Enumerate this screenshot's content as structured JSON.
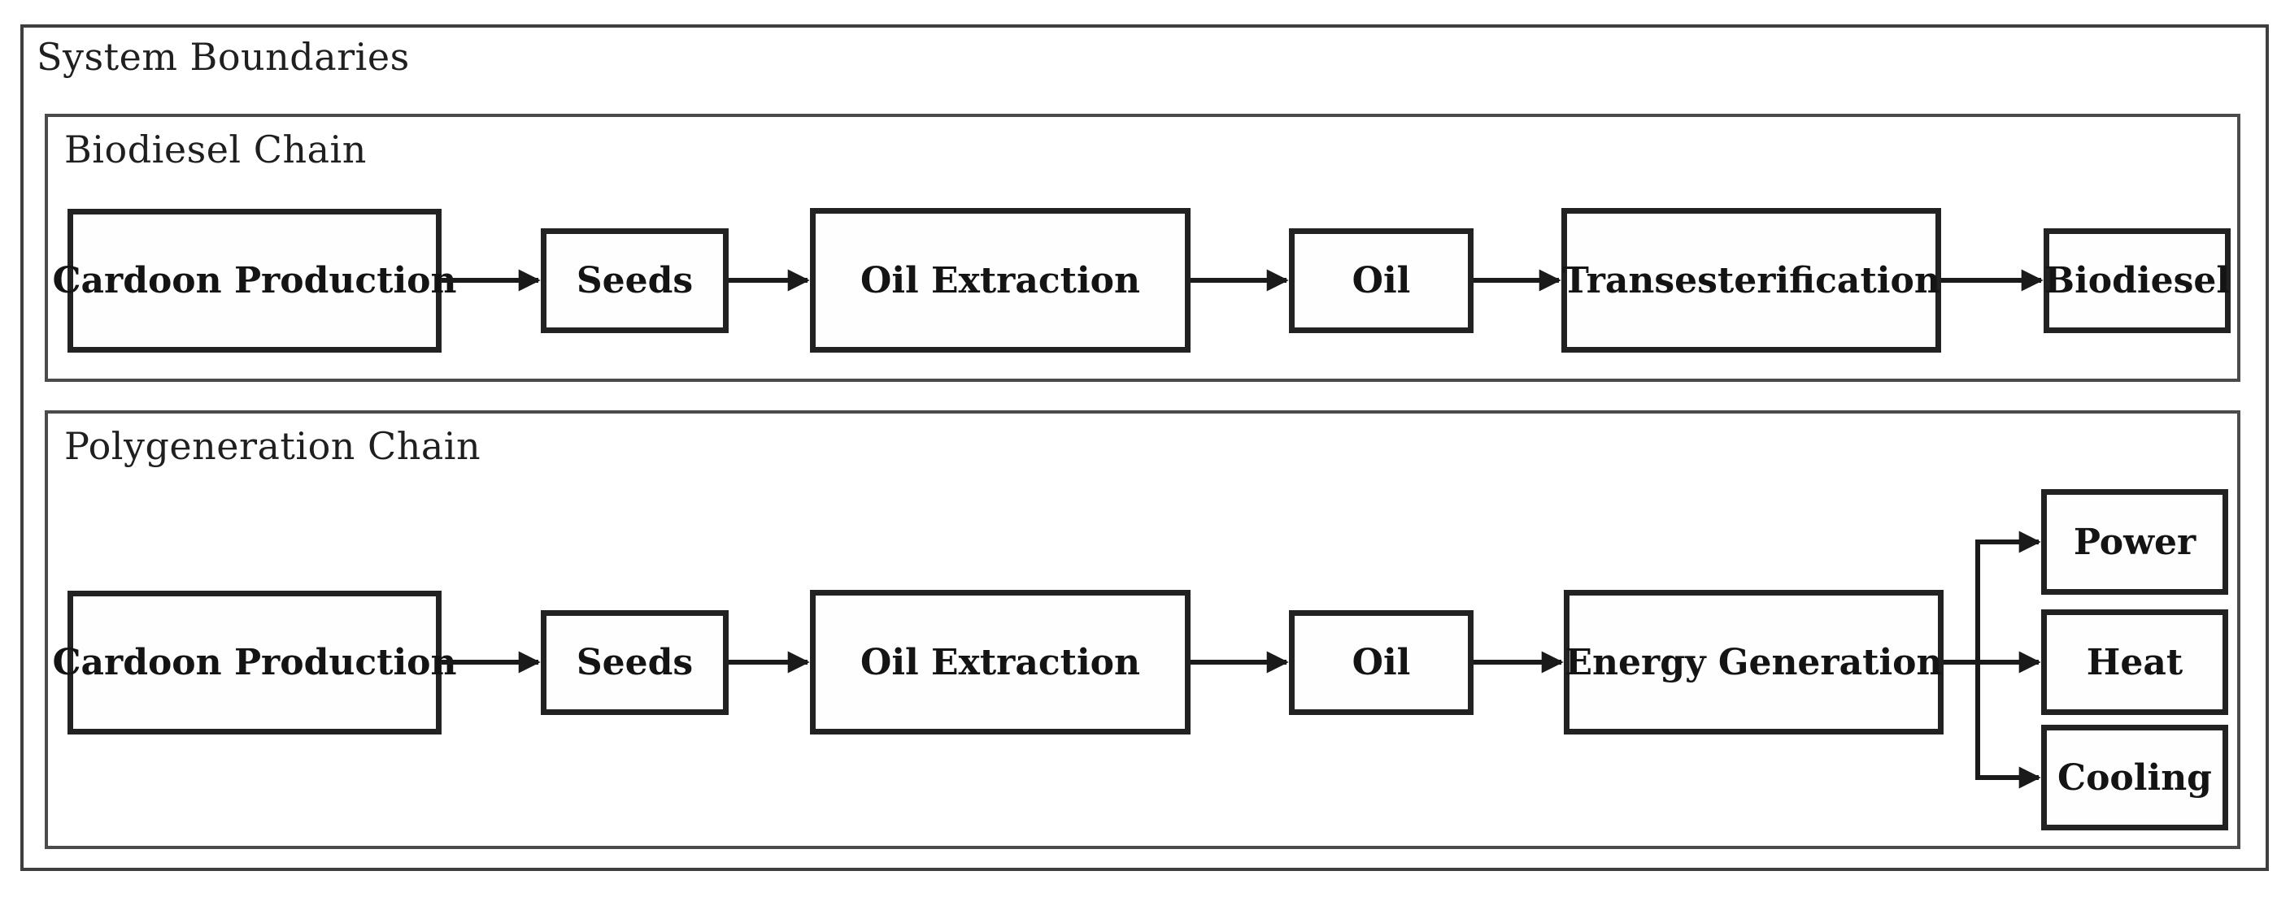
{
  "diagram": {
    "system_label": "System Boundaries",
    "biodiesel_chain": {
      "label": "Biodiesel Chain",
      "nodes": [
        "Cardoon Production",
        "Seeds",
        "Oil Extraction",
        "Oil",
        "Transesterification",
        "Biodiesel"
      ]
    },
    "polygeneration_chain": {
      "label": "Polygeneration Chain",
      "nodes": [
        "Cardoon Production",
        "Seeds",
        "Oil Extraction",
        "Oil",
        "Energy Generation"
      ],
      "outputs": [
        "Power",
        "Heat",
        "Cooling"
      ]
    },
    "edges": {
      "biodiesel": [
        "Cardoon Production → Seeds",
        "Seeds → Oil Extraction",
        "Oil Extraction → Oil",
        "Oil → Transesterification",
        "Transesterification → Biodiesel"
      ],
      "polygeneration": [
        "Cardoon Production → Seeds",
        "Seeds → Oil Extraction",
        "Oil Extraction → Oil",
        "Oil → Energy Generation",
        "Energy Generation → Power",
        "Energy Generation → Heat",
        "Energy Generation → Cooling"
      ]
    },
    "colors": {
      "background": "#ffffff",
      "ink": "#1a1a1a",
      "node_border": "#222222",
      "panel_border": "#4b4b4b"
    }
  }
}
